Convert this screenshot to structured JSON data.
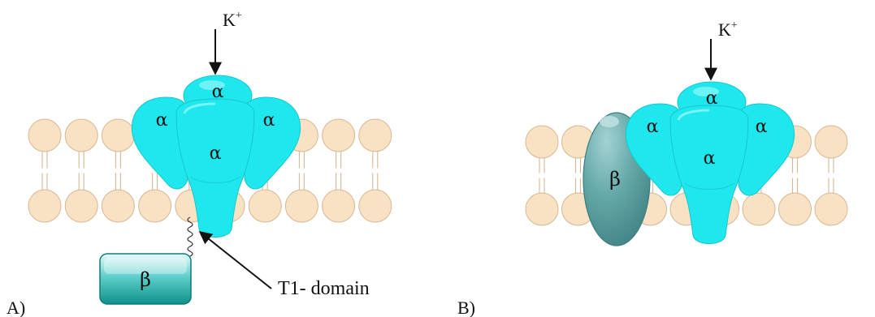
{
  "panels": [
    {
      "label": "A)",
      "ion": "K",
      "ion_charge": "+",
      "subunits": {
        "left": "α",
        "back": "α",
        "right": "α",
        "front": "α"
      },
      "beta_label": "β",
      "annotation": "T1- domain"
    },
    {
      "label": "B)",
      "ion": "K",
      "ion_charge": "+",
      "subunits": {
        "left": "α",
        "back": "α",
        "right": "α",
        "front": "α"
      },
      "beta_label": "β"
    }
  ],
  "colors": {
    "lipid_head": "#f9e1c4",
    "lipid_edge": "#d7b894",
    "tail_pale": "#f6e2c6",
    "alpha_subunit": "#1ee8ee",
    "alpha_dark": "#17c6cc",
    "alpha_light": "#8ff6f8",
    "beta_box": "#1aa6a2",
    "beta_membrane": "#5fa8a8",
    "ink": "#111111"
  }
}
